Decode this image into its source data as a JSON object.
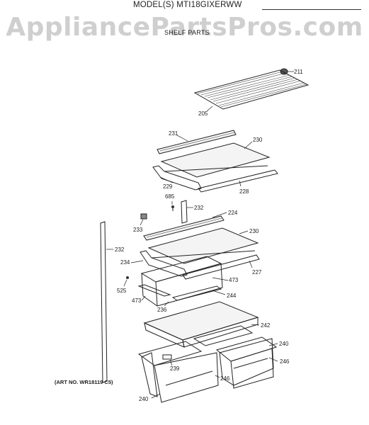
{
  "header": {
    "model_label": "MODEL(S) MTI18GIXERWW",
    "watermark": "AppliancePartsPros.com",
    "subtitle": "SHELF PARTS"
  },
  "footer": {
    "art_no": "(ART NO. WR18119 C5)"
  },
  "callouts": {
    "c211": "211",
    "c205": "205",
    "c231": "231",
    "c230a": "230",
    "c229": "229",
    "c228": "228",
    "c685": "685",
    "c232a": "232",
    "c224": "224",
    "c233": "233",
    "c230b": "230",
    "c232b": "232",
    "c234": "234",
    "c227": "227",
    "c473a": "473",
    "c525": "525",
    "c473b": "473",
    "c244": "244",
    "c236": "236",
    "c242": "242",
    "c240a": "240",
    "c246a": "246",
    "c239": "239",
    "c246b": "246",
    "c240b": "240"
  }
}
